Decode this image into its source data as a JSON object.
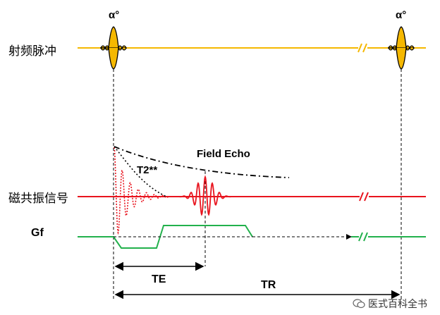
{
  "labels": {
    "rf_pulse": "射频脉冲",
    "mr_signal": "磁共振信号",
    "gf": "Gf",
    "alpha_1": "α°",
    "alpha_2": "α°",
    "t2_star": "T2**",
    "field_echo": "Field Echo",
    "te": "TE",
    "tr": "TR"
  },
  "watermark": {
    "text": "医式百科全书"
  },
  "colors": {
    "rf_line": "#f5b800",
    "pulse_fill": "#f5b800",
    "signal": "#e8141e",
    "gradient": "#22b14c",
    "guides": "#000000"
  }
}
